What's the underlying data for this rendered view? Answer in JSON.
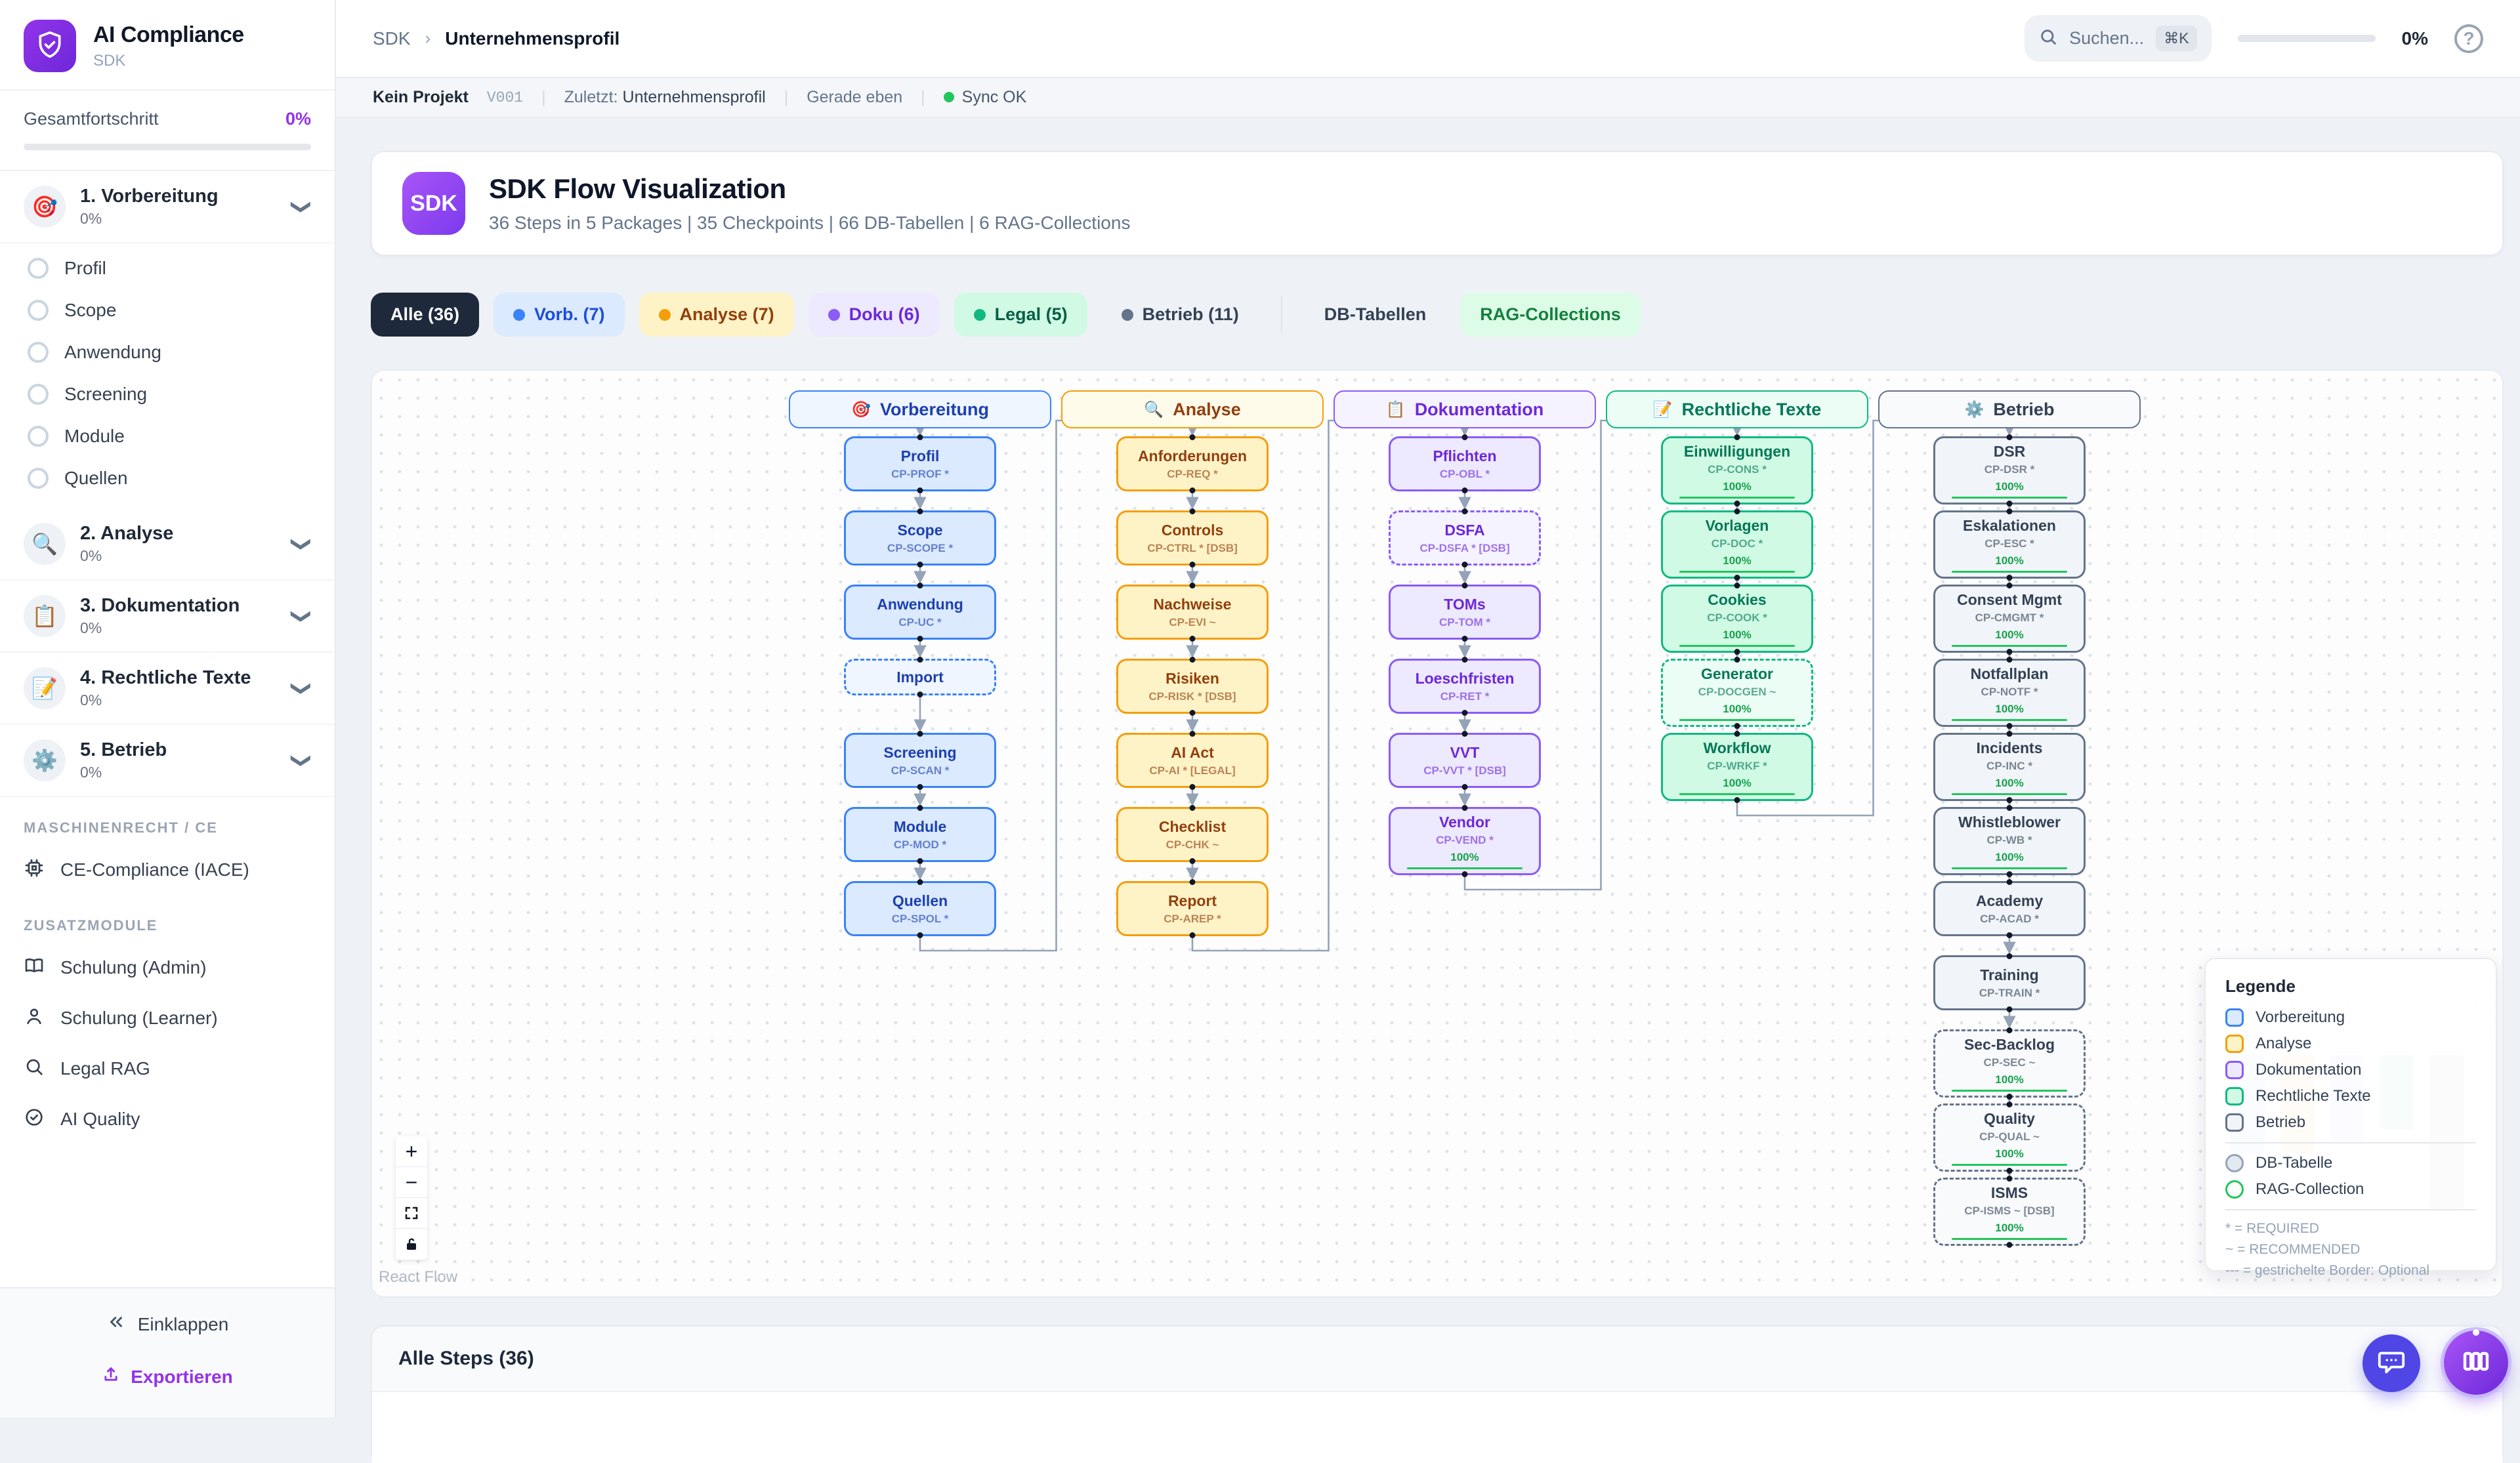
{
  "app": {
    "name": "AI Compliance",
    "subtitle": "SDK"
  },
  "sidebar": {
    "overall_label": "Gesamtfortschritt",
    "overall_value": "0%",
    "phases": [
      {
        "icon": "🎯",
        "label": "1. Vorbereitung",
        "pct": "0%",
        "expanded": true
      },
      {
        "icon": "🔍",
        "label": "2. Analyse",
        "pct": "0%",
        "expanded": false
      },
      {
        "icon": "📋",
        "label": "3. Dokumentation",
        "pct": "0%",
        "expanded": false
      },
      {
        "icon": "📝",
        "label": "4. Rechtliche Texte",
        "pct": "0%",
        "expanded": false
      },
      {
        "icon": "⚙️",
        "label": "5. Betrieb",
        "pct": "0%",
        "expanded": false
      }
    ],
    "phase1_steps": [
      "Profil",
      "Scope",
      "Anwendung",
      "Screening",
      "Module",
      "Quellen"
    ],
    "section_machine": "MASCHINENRECHT / CE",
    "ce_item": "CE-Compliance (IACE)",
    "section_addons": "ZUSATZMODULE",
    "addons": [
      {
        "icon": "book-icon",
        "label": "Schulung (Admin)"
      },
      {
        "icon": "user-icon",
        "label": "Schulung (Learner)"
      },
      {
        "icon": "search-icon",
        "label": "Legal RAG"
      },
      {
        "icon": "check-circle-icon",
        "label": "AI Quality"
      }
    ],
    "collapse_label": "Einklappen",
    "export_label": "Exportieren"
  },
  "header": {
    "breadcrumb_root": "SDK",
    "breadcrumb_sep": "›",
    "breadcrumb_current": "Unternehmensprofil",
    "search_placeholder": "Suchen...",
    "search_kbd": "⌘K",
    "progress_value": "0%",
    "help_glyph": "?"
  },
  "statusbar": {
    "project": "Kein Projekt",
    "version": "V001",
    "last_label": "Zuletzt:",
    "last_value": "Unternehmensprofil",
    "time": "Gerade eben",
    "sync": "Sync OK"
  },
  "hero": {
    "badge": "SDK",
    "title": "SDK Flow Visualization",
    "subtitle": "36 Steps in 5 Packages | 35 Checkpoints | 66 DB-Tabellen | 6 RAG-Collections"
  },
  "filters": {
    "chips": [
      {
        "label": "Alle (36)",
        "bg": "#1e293b",
        "color": "#ffffff",
        "dot": null
      },
      {
        "label": "Vorb. (7)",
        "bg": "#dbeafe",
        "color": "#1d4ed8",
        "dot": "#3b82f6"
      },
      {
        "label": "Analyse (7)",
        "bg": "#fef3c7",
        "color": "#92400e",
        "dot": "#f59e0b"
      },
      {
        "label": "Doku (6)",
        "bg": "#ede9fe",
        "color": "#6d28d9",
        "dot": "#8b5cf6"
      },
      {
        "label": "Legal (5)",
        "bg": "#d1fae5",
        "color": "#065f46",
        "dot": "#10b981"
      },
      {
        "label": "Betrieb (11)",
        "bg": "#eef2f6",
        "color": "#334155",
        "dot": "#64748b"
      }
    ],
    "extra_chips": [
      {
        "label": "DB-Tabellen",
        "bg": "#eef2f6",
        "color": "#334155",
        "dot": null
      },
      {
        "label": "RAG-Collections",
        "bg": "#dcfce7",
        "color": "#15803d",
        "dot": null
      }
    ]
  },
  "flow": {
    "packages": [
      {
        "name": "Vorbereitung",
        "emoji": "🎯",
        "border": "#3b82f6",
        "bg": "#dbeafe",
        "bgLight": "#eff6ff",
        "text": "#1e40af",
        "steps": [
          {
            "title": "Profil",
            "code": "CP-PROF *"
          },
          {
            "title": "Scope",
            "code": "CP-SCOPE *"
          },
          {
            "title": "Anwendung",
            "code": "CP-UC *"
          },
          {
            "title": "Import",
            "code": null,
            "dashed": true
          },
          {
            "title": "Screening",
            "code": "CP-SCAN *"
          },
          {
            "title": "Module",
            "code": "CP-MOD *"
          },
          {
            "title": "Quellen",
            "code": "CP-SPOL *"
          }
        ]
      },
      {
        "name": "Analyse",
        "emoji": "🔍",
        "border": "#f59e0b",
        "bg": "#fef3c7",
        "bgLight": "#fffbeb",
        "text": "#92400e",
        "steps": [
          {
            "title": "Anforderungen",
            "code": "CP-REQ *"
          },
          {
            "title": "Controls",
            "code": "CP-CTRL * [DSB]"
          },
          {
            "title": "Nachweise",
            "code": "CP-EVI ~"
          },
          {
            "title": "Risiken",
            "code": "CP-RISK * [DSB]"
          },
          {
            "title": "AI Act",
            "code": "CP-AI * [LEGAL]"
          },
          {
            "title": "Checklist",
            "code": "CP-CHK ~"
          },
          {
            "title": "Report",
            "code": "CP-AREP *"
          }
        ]
      },
      {
        "name": "Dokumentation",
        "emoji": "📋",
        "border": "#8b5cf6",
        "bg": "#ede9fe",
        "bgLight": "#f5f3ff",
        "text": "#6d28d9",
        "steps": [
          {
            "title": "Pflichten",
            "code": "CP-OBL *"
          },
          {
            "title": "DSFA",
            "code": "CP-DSFA * [DSB]",
            "dashed": true
          },
          {
            "title": "TOMs",
            "code": "CP-TOM *"
          },
          {
            "title": "Loeschfristen",
            "code": "CP-RET *"
          },
          {
            "title": "VVT",
            "code": "CP-VVT * [DSB]"
          },
          {
            "title": "Vendor",
            "code": "CP-VEND *",
            "progress": "100%"
          }
        ]
      },
      {
        "name": "Rechtliche Texte",
        "emoji": "📝",
        "border": "#10b981",
        "bg": "#d1fae5",
        "bgLight": "#ecfdf5",
        "text": "#047857",
        "steps": [
          {
            "title": "Einwilligungen",
            "code": "CP-CONS *",
            "progress": "100%"
          },
          {
            "title": "Vorlagen",
            "code": "CP-DOC *",
            "progress": "100%"
          },
          {
            "title": "Cookies",
            "code": "CP-COOK *",
            "progress": "100%"
          },
          {
            "title": "Generator",
            "code": "CP-DOCGEN ~",
            "progress": "100%",
            "dashed": true
          },
          {
            "title": "Workflow",
            "code": "CP-WRKF *",
            "progress": "100%"
          }
        ]
      },
      {
        "name": "Betrieb",
        "emoji": "⚙️",
        "border": "#64748b",
        "bg": "#f1f5f9",
        "bgLight": "#f8fafc",
        "text": "#334155",
        "steps": [
          {
            "title": "DSR",
            "code": "CP-DSR *",
            "progress": "100%"
          },
          {
            "title": "Eskalationen",
            "code": "CP-ESC *",
            "progress": "100%"
          },
          {
            "title": "Consent Mgmt",
            "code": "CP-CMGMT *",
            "progress": "100%"
          },
          {
            "title": "Notfallplan",
            "code": "CP-NOTF *",
            "progress": "100%"
          },
          {
            "title": "Incidents",
            "code": "CP-INC *",
            "progress": "100%"
          },
          {
            "title": "Whistleblower",
            "code": "CP-WB *",
            "progress": "100%"
          },
          {
            "title": "Academy",
            "code": "CP-ACAD *"
          },
          {
            "title": "Training",
            "code": "CP-TRAIN *"
          },
          {
            "title": "Sec-Backlog",
            "code": "CP-SEC ~",
            "progress": "100%",
            "dashed": true
          },
          {
            "title": "Quality",
            "code": "CP-QUAL ~",
            "progress": "100%",
            "dashed": true
          },
          {
            "title": "ISMS",
            "code": "CP-ISMS ~ [DSB]",
            "progress": "100%",
            "dashed": true
          }
        ]
      }
    ]
  },
  "legend": {
    "title": "Legende",
    "package_rows": [
      {
        "label": "Vorbereitung",
        "border": "#3b82f6",
        "bg": "#dbeafe"
      },
      {
        "label": "Analyse",
        "border": "#f59e0b",
        "bg": "#fef3c7"
      },
      {
        "label": "Dokumentation",
        "border": "#8b5cf6",
        "bg": "#ede9fe"
      },
      {
        "label": "Rechtliche Texte",
        "border": "#10b981",
        "bg": "#d1fae5"
      },
      {
        "label": "Betrieb",
        "border": "#64748b",
        "bg": "#f1f5f9"
      }
    ],
    "circle_rows": [
      {
        "label": "DB-Tabelle",
        "border": "#94a3b8",
        "bg": "#e2e8f0"
      },
      {
        "label": "RAG-Collection",
        "border": "#22c55e",
        "bg": "#ffffff"
      }
    ],
    "notes": [
      "* = REQUIRED",
      "~ = RECOMMENDED",
      "--- = gestrichelte Border: Optional"
    ]
  },
  "canvas": {
    "attribution": "React Flow"
  },
  "bottom": {
    "title": "Alle Steps (36)"
  }
}
